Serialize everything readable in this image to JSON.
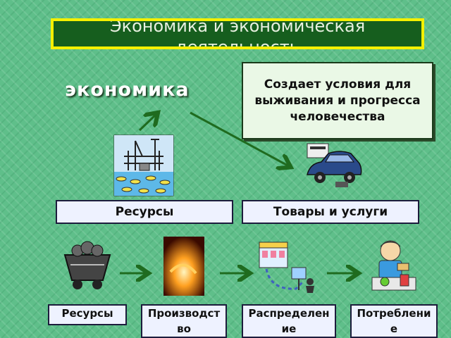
{
  "title": "Экономика и экономическая деятельность",
  "heading": "экономика",
  "info_box": "Создает условия для выживания и прогресса человечества",
  "top_labels": {
    "resources": "Ресурсы",
    "goods": "Товары и услуги"
  },
  "process": [
    {
      "label": "Ресурсы",
      "icon": "coal-cart-icon"
    },
    {
      "label": "Производство",
      "icon": "furnace-icon"
    },
    {
      "label": "Распределение",
      "icon": "distribution-icon"
    },
    {
      "label": "Потребление",
      "icon": "consumer-icon"
    }
  ],
  "colors": {
    "background": "#5fbf8a",
    "title_bg": "#165e1e",
    "title_border": "#f5f000",
    "arrow": "#1f6b1f"
  }
}
